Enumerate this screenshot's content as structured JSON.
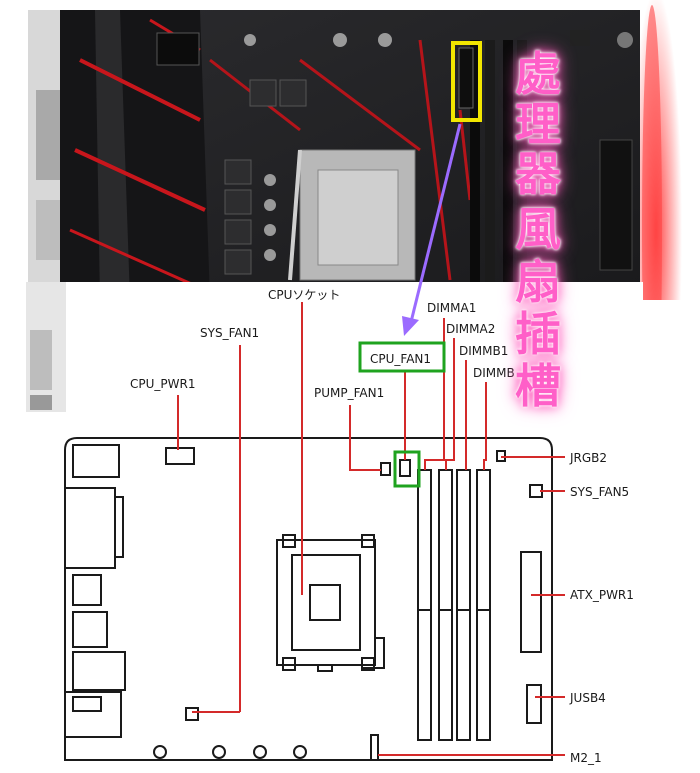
{
  "title_chars": [
    "處",
    "理",
    "器",
    "風",
    "扇",
    "插",
    "槽"
  ],
  "labels": {
    "cpu_socket": "CPUソケット",
    "sys_fan1": "SYS_FAN1",
    "cpu_pwr1": "CPU_PWR1",
    "pump_fan1": "PUMP_FAN1",
    "cpu_fan1": "CPU_FAN1",
    "dimma1": "DIMMA1",
    "dimma2": "DIMMA2",
    "dimmb1": "DIMMB1",
    "dimmb2": "DIMMB",
    "jrgb2": "JRGB2",
    "sys_fan5": "SYS_FAN5",
    "atx_pwr1": "ATX_PWR1",
    "jusb4": "JUSB4",
    "m2_1": "M2_1"
  },
  "colors": {
    "leader": "#d42a2a",
    "highlight_green": "#1fa31f",
    "highlight_yellow": "#f2e600",
    "arrow": "#9b6bff",
    "title": "#ff5fc8"
  }
}
